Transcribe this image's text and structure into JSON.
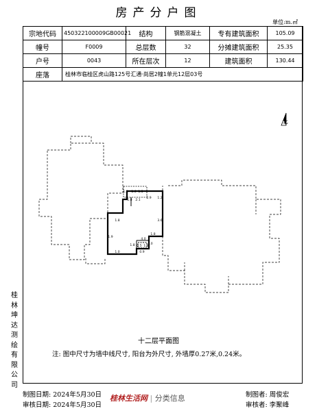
{
  "title": "房产分户图",
  "unit": "单位:m.㎡",
  "info": {
    "r1": [
      "宗地代码",
      "450322100009GB00021",
      "结构",
      "钢筋混凝土",
      "专有建筑面积",
      "105.09"
    ],
    "r2": [
      "幢号",
      "F0009",
      "总层数",
      "32",
      "分摊建筑面积",
      "25.35"
    ],
    "r3": [
      "户号",
      "0043",
      "所在层次",
      "12",
      "建筑面积",
      "130.44"
    ],
    "address_label": "座落",
    "address": "桂林市临桂区虎山路125号汇通·尚居2幢1单元12层03号"
  },
  "plan": {
    "north": "北",
    "dims": [
      "1.8",
      "1.6",
      "1.5",
      "1.8",
      "2.1",
      "2.9",
      "1.2",
      "1.8",
      "3.6",
      "1.9",
      "1.8",
      "4.0",
      "0.5",
      "1.8",
      "1.0",
      "1.8",
      "0.9",
      "1.0"
    ]
  },
  "side_text": [
    "桂",
    "林",
    "坤",
    "达",
    "测",
    "绘",
    "有",
    "限",
    "公",
    "司"
  ],
  "plan_title": "十二层平面图",
  "note": "注: 图中尺寸为墙中线尺寸, 阳台为外尺寸, 外墙厚0.27米,0.24米。",
  "footer": {
    "draw_date": "制图日期: 2024年5月30日",
    "check_date": "审核日期: 2024年5月30日",
    "drafter": "制图者: 周俊宏",
    "checker": "审核者: 李聚峰"
  },
  "watermark": {
    "brand": "桂林生活网",
    "sep": "|",
    "text": "分类信息"
  }
}
